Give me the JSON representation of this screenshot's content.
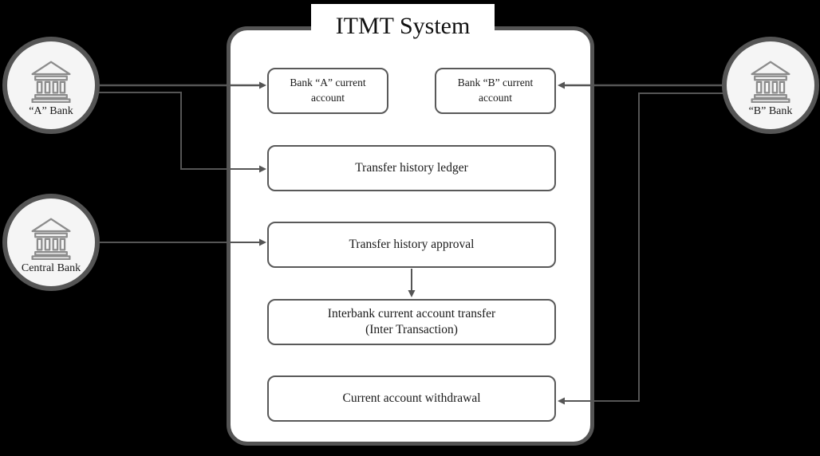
{
  "system": {
    "title": "ITMT System",
    "boxes": {
      "bank_a_account": {
        "label": "Bank “A” current account"
      },
      "bank_b_account": {
        "label": "Bank “B” current account"
      },
      "transfer_history_ledger": {
        "label": "Transfer history ledger"
      },
      "transfer_history_approval": {
        "label": "Transfer history approval"
      },
      "interbank_transfer": {
        "label": "Interbank current account transfer",
        "sublabel": "(Inter Transaction)"
      },
      "current_account_withdrawal": {
        "label": "Current account withdrawal"
      }
    }
  },
  "actors": {
    "a_bank": {
      "label": "“A” Bank",
      "icon": "bank-building-icon"
    },
    "central_bank": {
      "label": "Central Bank",
      "icon": "bank-building-icon"
    },
    "b_bank": {
      "label": "“B” Bank",
      "icon": "bank-building-icon"
    }
  },
  "connections": [
    {
      "from": "a_bank",
      "to": "bank_a_account"
    },
    {
      "from": "a_bank",
      "to": "transfer_history_ledger"
    },
    {
      "from": "central_bank",
      "to": "transfer_history_approval"
    },
    {
      "from": "transfer_history_approval",
      "to": "interbank_transfer"
    },
    {
      "from": "b_bank",
      "to": "bank_b_account"
    },
    {
      "from": "b_bank",
      "to": "current_account_withdrawal"
    }
  ],
  "colors": {
    "background": "#000000",
    "container_fill": "#ffffff",
    "container_border": "#545454",
    "box_border": "#595959",
    "arrow": "#555555",
    "circle_fill": "#f5f5f5",
    "circle_border": "#555555",
    "icon": "#8c8c8c",
    "text": "#1a1a1a"
  }
}
